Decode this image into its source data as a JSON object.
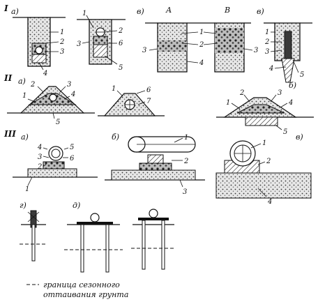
{
  "sections": {
    "I": "I",
    "II": "II",
    "III": "III"
  },
  "subfigs": {
    "a": "a)",
    "b": "б)",
    "v": "в)",
    "g": "г)",
    "d": "д)",
    "A": "А",
    "B": "В"
  },
  "numbers": [
    "1",
    "2",
    "3",
    "4",
    "5",
    "6",
    "7"
  ],
  "legend": {
    "line1": "граница сезонного",
    "line2": "оттаивания грунта"
  }
}
